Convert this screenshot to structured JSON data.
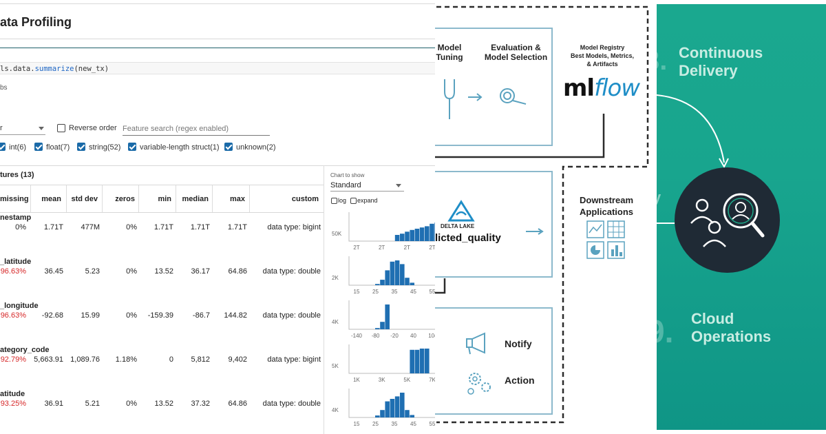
{
  "profiling": {
    "title": "ata Profiling",
    "code_prefix": "ls.data.",
    "code_fn": "summarize",
    "code_suffix": "(new_tx)",
    "partial_text": "bs",
    "dropdown_value": "r",
    "reverse_order_label": "Reverse order",
    "feature_search_placeholder": "Feature search (regex enabled)",
    "type_filters": [
      "int(6)",
      "float(7)",
      "string(52)",
      "variable-length struct(1)",
      "unknown(2)"
    ],
    "features_header": "tures (13)",
    "chart_to_show_label": "Chart to show",
    "chart_select_value": "Standard",
    "log_label": "log",
    "expand_label": "expand",
    "columns": [
      "missing",
      "mean",
      "std dev",
      "zeros",
      "min",
      "median",
      "max",
      "custom"
    ],
    "rows": [
      {
        "name": "nestamp",
        "missing": "0%",
        "missing_red": false,
        "mean": "1.71T",
        "std": "477M",
        "zeros": "0%",
        "min": "1.71T",
        "median": "1.71T",
        "max": "1.71T",
        "custom": "data type: bigint",
        "y_tick": "50K",
        "x_ticks": [
          "2T",
          "2T",
          "2T",
          "2T"
        ],
        "bars": [
          0,
          0,
          0,
          0,
          0,
          0,
          0,
          0,
          0,
          0.25,
          0.3,
          0.38,
          0.45,
          0.5,
          0.55,
          0.6,
          0.7,
          0.75
        ]
      },
      {
        "name": "_latitude",
        "missing": "96.63%",
        "missing_red": true,
        "mean": "36.45",
        "std": "5.23",
        "zeros": "0%",
        "min": "13.52",
        "median": "36.17",
        "max": "64.86",
        "custom": "data type: double",
        "y_tick": "2K",
        "x_ticks": [
          "15",
          "25",
          "35",
          "45",
          "55"
        ],
        "bars": [
          0,
          0,
          0,
          0,
          0,
          0.05,
          0.22,
          0.6,
          0.95,
          1.0,
          0.85,
          0.3,
          0.1,
          0,
          0,
          0,
          0,
          0
        ]
      },
      {
        "name": "_longitude",
        "missing": "96.63%",
        "missing_red": true,
        "mean": "-92.68",
        "std": "15.99",
        "zeros": "0%",
        "min": "-159.39",
        "median": "-86.7",
        "max": "144.82",
        "custom": "data type: double",
        "y_tick": "4K",
        "x_ticks": [
          "-140",
          "-80",
          "-20",
          "40",
          "10("
        ],
        "bars": [
          0,
          0,
          0,
          0,
          0,
          0.05,
          0.3,
          1.0,
          0,
          0,
          0,
          0,
          0,
          0,
          0,
          0,
          0,
          0
        ]
      },
      {
        "name": "ategory_code",
        "missing": "92.79%",
        "missing_red": true,
        "mean": "5,663.91",
        "std": "1,089.76",
        "zeros": "1.18%",
        "min": "0",
        "median": "5,812",
        "max": "9,402",
        "custom": "data type: bigint",
        "y_tick": "5K",
        "x_ticks": [
          "1K",
          "3K",
          "5K",
          "7K"
        ],
        "bars": [
          0,
          0,
          0,
          0,
          0,
          0,
          0,
          0,
          0,
          0,
          0,
          0,
          0.95,
          0.95,
          1.0,
          1.0,
          0,
          0
        ]
      },
      {
        "name": "atitude",
        "missing": "93.25%",
        "missing_red": true,
        "mean": "36.91",
        "std": "5.21",
        "zeros": "0%",
        "min": "13.52",
        "median": "37.32",
        "max": "64.86",
        "custom": "data type: double",
        "y_tick": "4K",
        "x_ticks": [
          "15",
          "25",
          "35",
          "45",
          "55"
        ],
        "bars": [
          0,
          0,
          0,
          0,
          0,
          0.08,
          0.3,
          0.65,
          0.75,
          0.85,
          1.0,
          0.3,
          0.1,
          0,
          0,
          0,
          0,
          0
        ]
      }
    ]
  },
  "diagram": {
    "model_tuning": "Model\nTuning",
    "evaluation": "Evaluation &\nModel Selection",
    "registry": "Model Registry\nBest Models, Metrics,\n& Artifacts",
    "mlflow_ml": "ml",
    "mlflow_flow": "flow",
    "delta_lake": "DELTA LAKE",
    "dicted_quality": "licted_quality",
    "downstream": "Downstream\nApplications",
    "notify": "Notify",
    "action": "Action",
    "colors": {
      "box_border": "#8cb9cc",
      "icon": "#5aa2bf",
      "dashed": "#2b2b2b"
    }
  },
  "right": {
    "continuous_num": "3.",
    "continuous": "Continuous\nDelivery",
    "cloud_num": "9.",
    "cloud": "Cloud\nOperations",
    "partial": "y",
    "colors": {
      "bg": "#18a58e",
      "circle": "#1f2a35",
      "text": "#c9ede3"
    }
  }
}
